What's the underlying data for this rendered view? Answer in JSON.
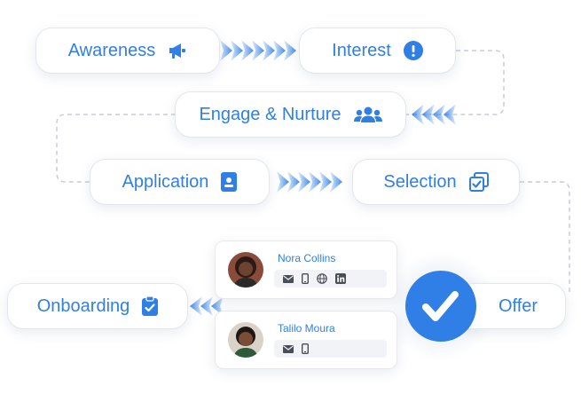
{
  "steps": {
    "awareness": "Awareness",
    "interest": "Interest",
    "engage": "Engage & Nurture",
    "application": "Application",
    "selection": "Selection",
    "offer": "Offer",
    "onboarding": "Onboarding"
  },
  "candidates": [
    {
      "name": "Nora Collins",
      "contacts": [
        "mail-icon",
        "phone-icon",
        "globe-icon",
        "linkedin-icon"
      ]
    },
    {
      "name": "Talilo Moura",
      "contacts": [
        "mail-icon",
        "phone-icon"
      ]
    }
  ],
  "colors": {
    "accent": "#2f7fe6",
    "check": "#2f7fe6",
    "connector": "#c9ced6"
  }
}
